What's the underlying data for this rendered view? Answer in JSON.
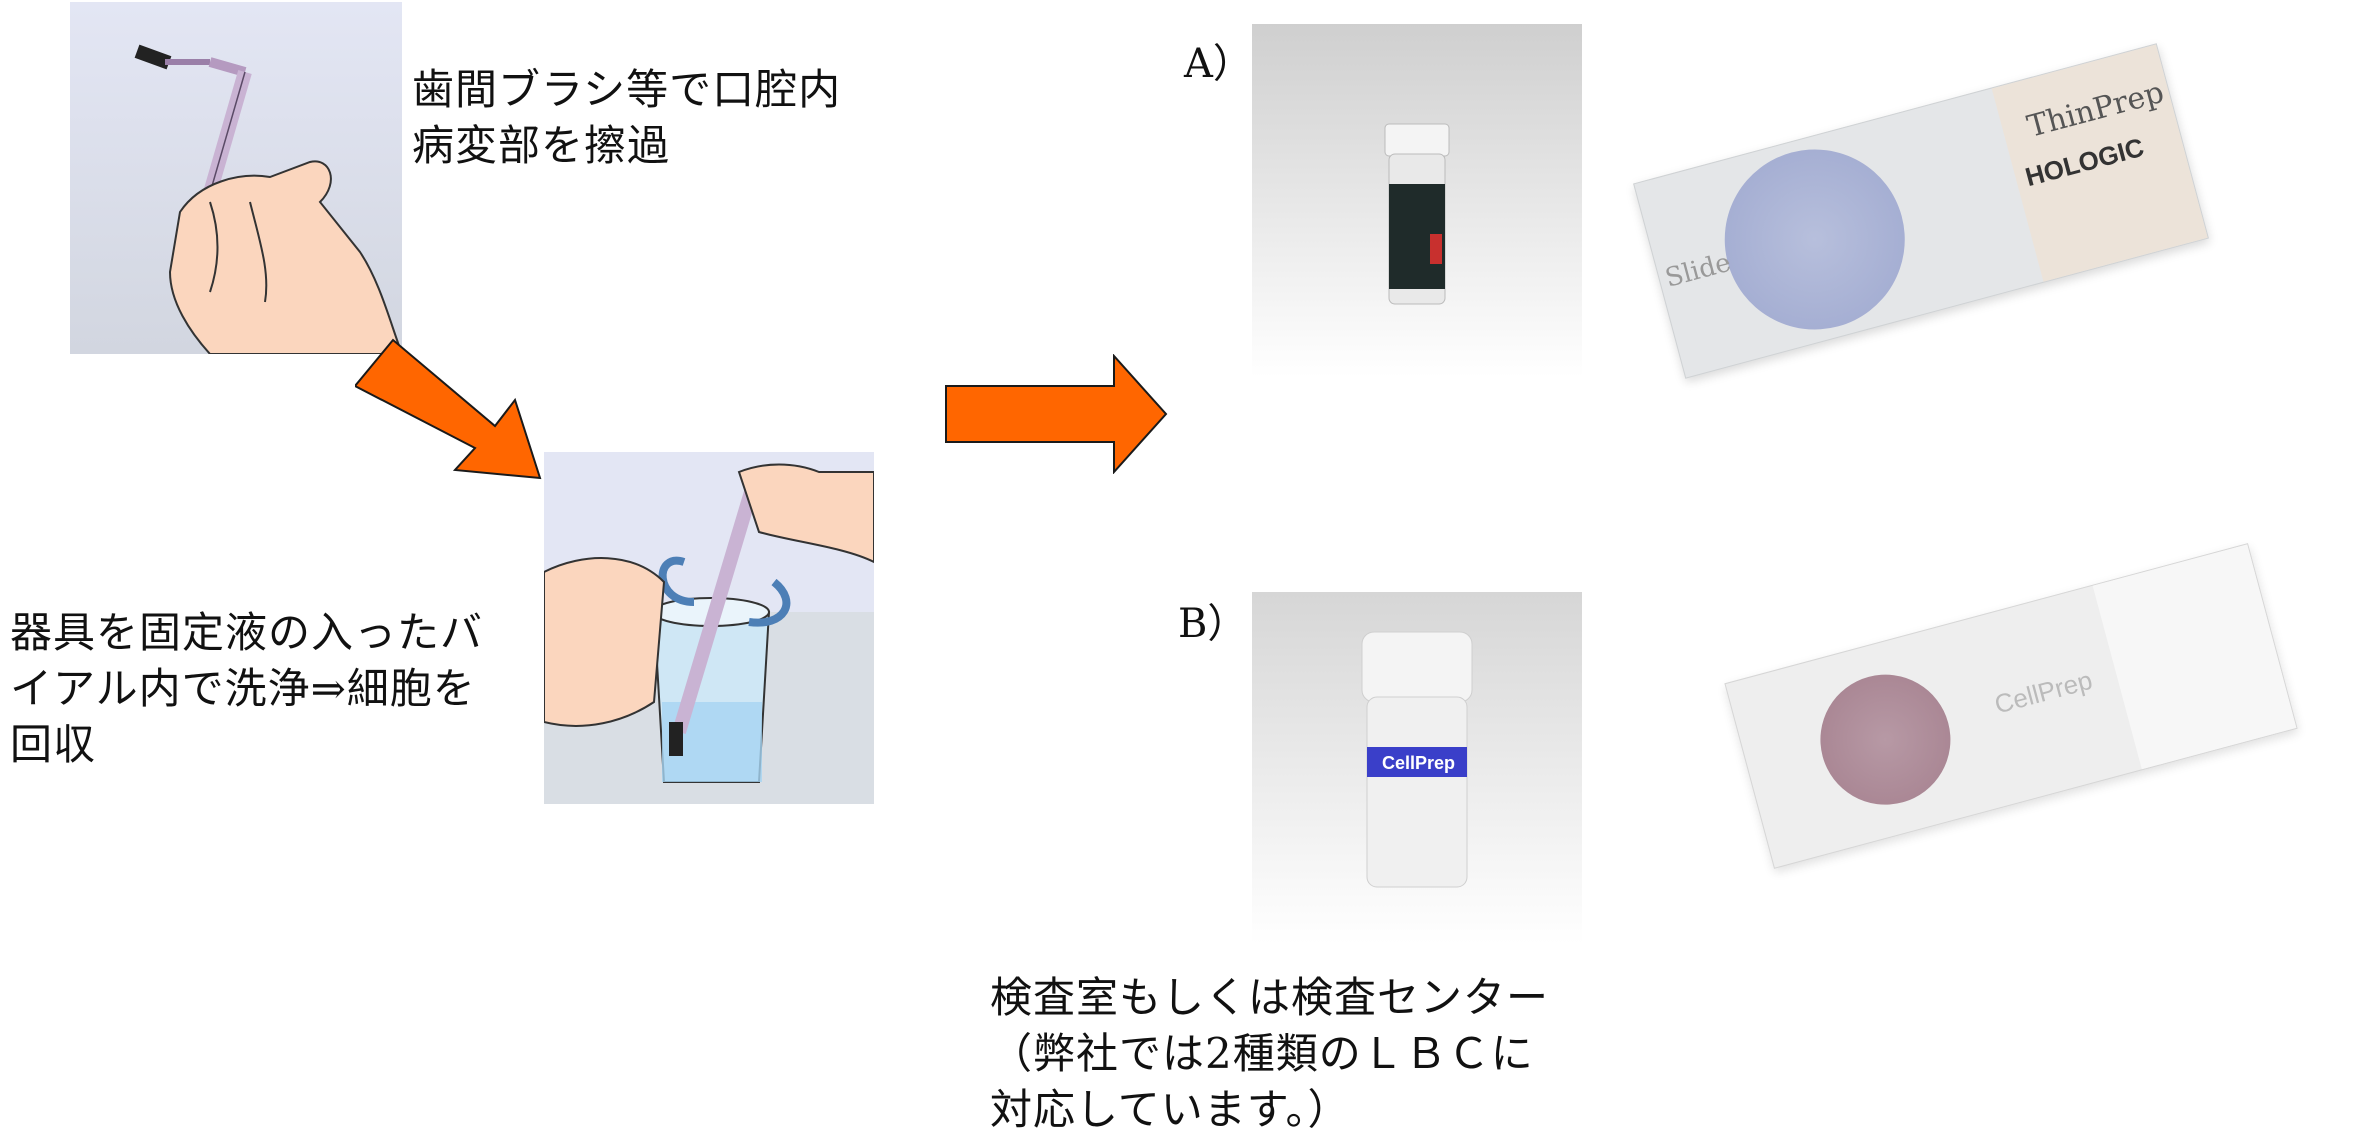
{
  "steps": {
    "step1_text": "歯間ブラシ等で口腔内\n病変部を擦過",
    "step2_text": "器具を固定液の入ったバ\nイアル内で洗浄⇒細胞を\n回収",
    "lab_text": "検査室もしくは検査センター\n（弊社では2種類のＬＢＣに\n対応しています。）"
  },
  "options": {
    "a_label": "A）",
    "b_label": "B）"
  },
  "product_labels": {
    "thinprep_brand": "ThinPrep",
    "hologic_brand": "HOLOGIC",
    "slide_text": "Slide",
    "cellprep_brand": "CellPrep"
  },
  "colors": {
    "arrow": "#FF6600",
    "arrow_outline": "#1a1a1a",
    "panel_bg": "#E3E6F4",
    "skin": "#FBD6BE"
  },
  "icons": {
    "brush": "interdental-brush",
    "vial_a": "thinprep-vial",
    "vial_b": "cellprep-vial"
  }
}
